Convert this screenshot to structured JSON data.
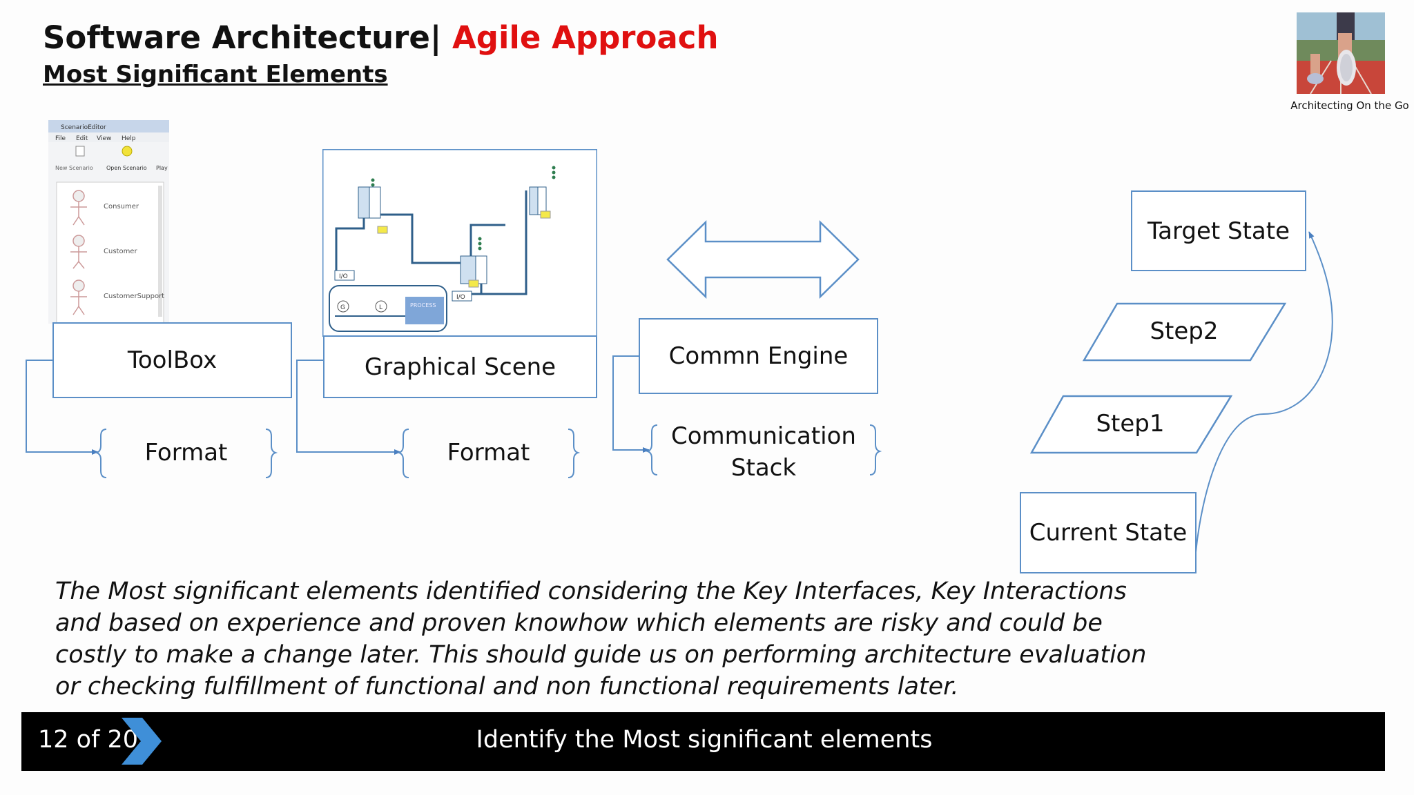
{
  "header": {
    "title_main": "Software Architecture|",
    "title_accent": "Agile Approach",
    "subtitle": "Most Significant Elements",
    "logo_caption": "Architecting On the Go"
  },
  "toolbox_screenshot": {
    "window_title": "ScenarioEditor",
    "menu": [
      "File",
      "Edit",
      "View",
      "Help"
    ],
    "buttons": [
      "New Scenario",
      "Open Scenario",
      "Play"
    ],
    "actors": [
      "Consumer",
      "Customer",
      "CustomerSupport"
    ]
  },
  "scene_screenshot": {
    "io_label_1": "I/O",
    "io_label_2": "I/O",
    "process_label": "PROCESS",
    "node_g": "G",
    "node_l": "L"
  },
  "elements": {
    "toolbox": "ToolBox",
    "toolbox_format": "Format",
    "scene": "Graphical Scene",
    "scene_format": "Format",
    "engine": "Commn Engine",
    "engine_stack": "Communication Stack"
  },
  "states": {
    "target": "Target State",
    "step2": "Step2",
    "step1": "Step1",
    "current": "Current State"
  },
  "caption": "The Most significant elements identified considering the Key Interfaces, Key Interactions and based on experience and proven knowhow which elements are risky and could be costly to make a change later. This should guide us on performing architecture evaluation or checking fulfillment of functional and non functional requirements later.",
  "footer": {
    "page": "12 of  20",
    "title": "Identify the Most significant elements"
  },
  "colors": {
    "accent": "#e01010",
    "line": "#5b8fc7",
    "footer_bg": "#000000",
    "chevron": "#3f8fd8"
  }
}
